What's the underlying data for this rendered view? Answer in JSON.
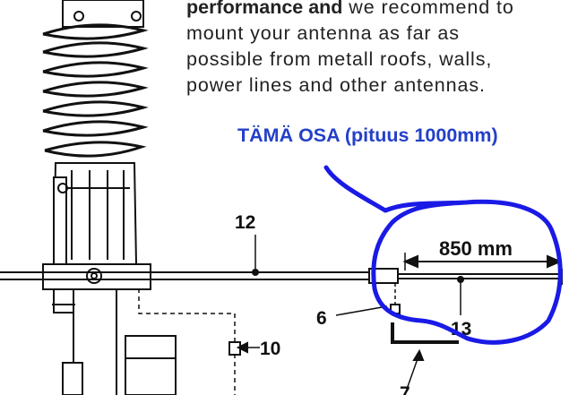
{
  "instructions": {
    "line1_bold": "performance and",
    "line1_rest": " we recommend to",
    "line2": "mount your antenna as far as",
    "line3": "possible from metall roofs, walls,",
    "line4": "power lines and other antennas."
  },
  "annotation": {
    "note": "TÄMÄ OSA (pituus 1000mm)",
    "circle_color": "#1a1ae6"
  },
  "diagram": {
    "labels": {
      "part_12": "12",
      "part_6": "6",
      "part_10": "10",
      "part_13": "13",
      "part_7": "7"
    },
    "dimension": "850 mm"
  }
}
